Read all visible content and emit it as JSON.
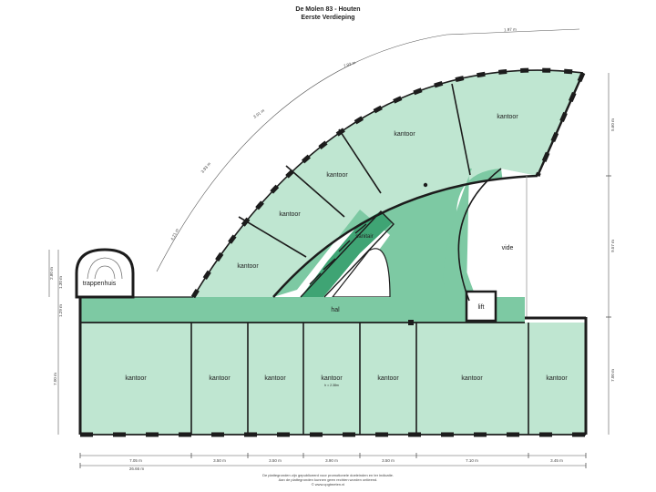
{
  "header": {
    "title": "De Molen 83 - Houten",
    "subtitle": "Eerste Verdieping"
  },
  "rooms": {
    "arc": [
      "kantoor",
      "kantoor",
      "kantoor",
      "kantoor",
      "kantoor"
    ],
    "bottom": [
      "kantoor",
      "kantoor",
      "kantoor",
      "kantoor",
      "kantoor",
      "kantoor",
      "kantoor"
    ],
    "note_room4": "h = 2.38m",
    "hal": "hal",
    "vide": "vide",
    "lift": "lift",
    "trappenhuis": "trappenhuis",
    "sanitair": "sanitair"
  },
  "dims": {
    "arc": [
      "4.21 m",
      "3.93 m",
      "3.91 m",
      "7.93 m",
      "1.97 m"
    ],
    "bottom": [
      "7.05 m",
      "3.50 m",
      "3.50 m",
      "3.90 m",
      "3.50 m",
      "7.10 m",
      "3.45 m"
    ],
    "total": "26.66 m",
    "right": [
      "5.60 m",
      "9.57 m",
      "7.00 m"
    ],
    "left": [
      "2.80 m",
      "1.30 m",
      "1.29 m",
      "7.00 m"
    ]
  },
  "disclaimer": [
    "De plattegronden zijn gepubliceerd voor promotionele doeleinden en ter indicatie.",
    "Aan de plattegronden kunnen geen rechten worden ontleend.",
    "© www.cpgtmeten.nl"
  ],
  "colors": {
    "room": "#bfe6d1",
    "hall": "#7dc9a3",
    "sanitary": "#3fa474",
    "wall": "#1c1c1c",
    "dim": "#555555"
  }
}
